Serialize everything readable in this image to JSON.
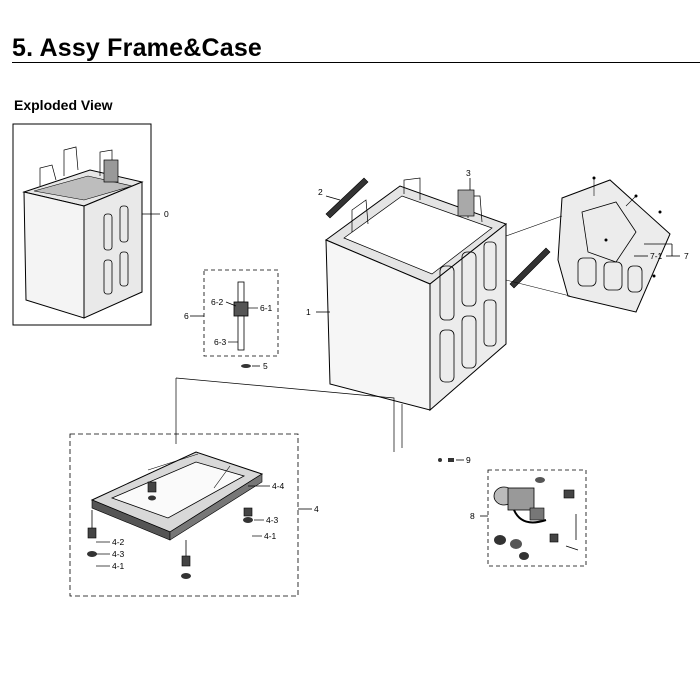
{
  "header": {
    "title": "5.  Assy Frame&Case",
    "subtitle": "Exploded View"
  },
  "callouts": {
    "c0": "0",
    "c1": "1",
    "c2": "2",
    "c3": "3",
    "c4": "4",
    "c4_1a": "4-1",
    "c4_1b": "4-1",
    "c4_2": "4-2",
    "c4_3a": "4-3",
    "c4_3b": "4-3",
    "c4_4": "4-4",
    "c5": "5",
    "c6": "6",
    "c6_1": "6-1",
    "c6_2": "6-2",
    "c6_3": "6-3",
    "c7": "7",
    "c7_1": "7-1",
    "c8": "8",
    "c9": "9"
  },
  "colors": {
    "line": "#000000",
    "part_fill": "#f2f2f2",
    "part_shade": "#cfcfcf",
    "dark": "#333333"
  }
}
